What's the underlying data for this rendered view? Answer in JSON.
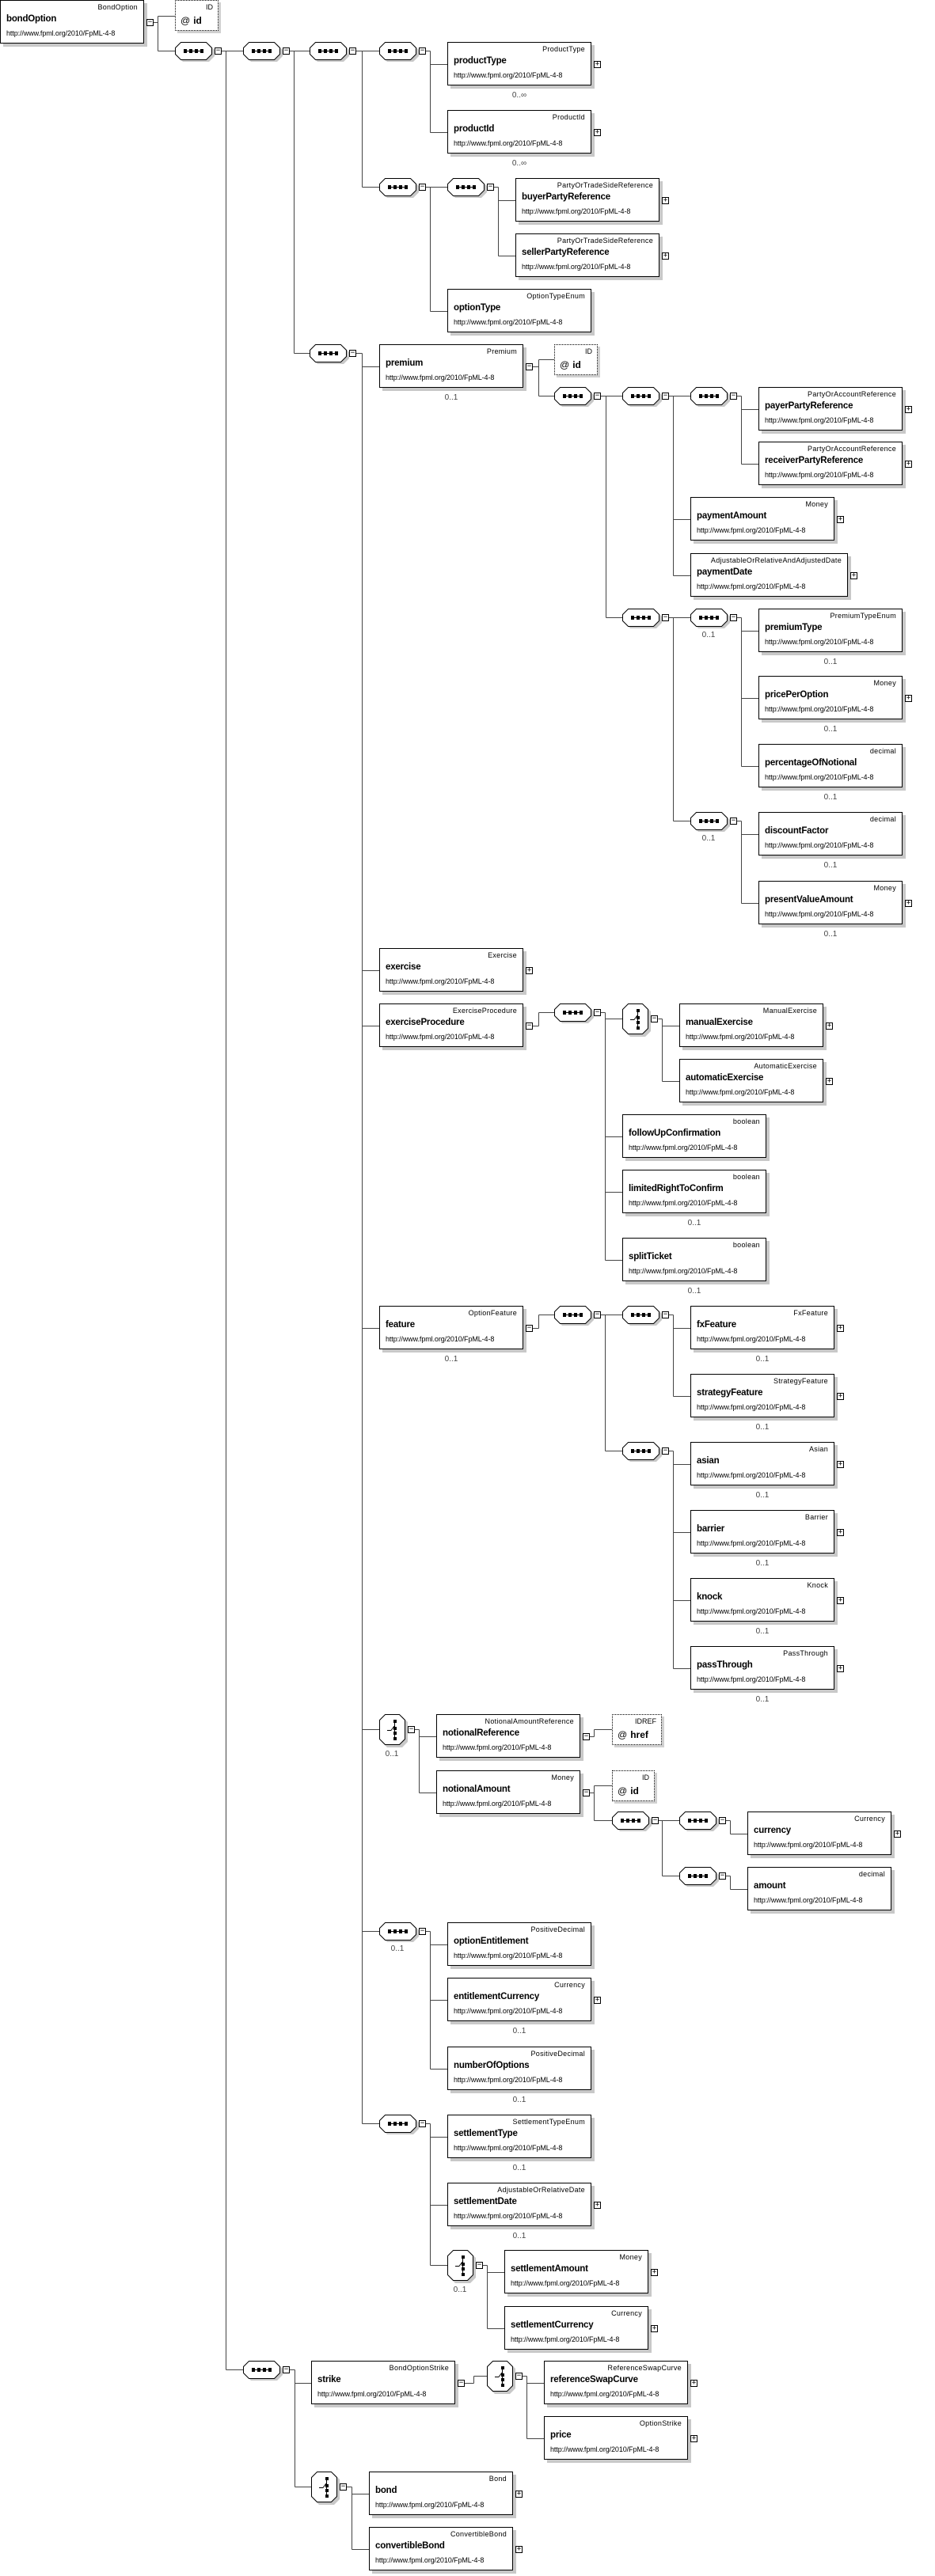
{
  "namespace": "http://www.fpml.org/2010/FpML-4-8",
  "elements": {
    "bondOption": {
      "name": "bondOption",
      "type": "BondOption"
    },
    "productType": {
      "name": "productType",
      "type": "ProductType",
      "cardinality": "0..∞"
    },
    "productId": {
      "name": "productId",
      "type": "ProductId",
      "cardinality": "0..∞"
    },
    "buyerPartyReference": {
      "name": "buyerPartyReference",
      "type": "PartyOrTradeSideReference"
    },
    "sellerPartyReference": {
      "name": "sellerPartyReference",
      "type": "PartyOrTradeSideReference"
    },
    "optionType": {
      "name": "optionType",
      "type": "OptionTypeEnum"
    },
    "premium": {
      "name": "premium",
      "type": "Premium",
      "cardinality": "0..1"
    },
    "payerPartyReference": {
      "name": "payerPartyReference",
      "type": "PartyOrAccountReference"
    },
    "receiverPartyReference": {
      "name": "receiverPartyReference",
      "type": "PartyOrAccountReference"
    },
    "paymentAmount": {
      "name": "paymentAmount",
      "type": "Money"
    },
    "paymentDate": {
      "name": "paymentDate",
      "type": "AdjustableOrRelativeAndAdjustedDate"
    },
    "premiumType": {
      "name": "premiumType",
      "type": "PremiumTypeEnum",
      "cardinality": "0..1"
    },
    "pricePerOption": {
      "name": "pricePerOption",
      "type": "Money",
      "cardinality": "0..1"
    },
    "percentageOfNotional": {
      "name": "percentageOfNotional",
      "type": "decimal",
      "cardinality": "0..1"
    },
    "discountFactor": {
      "name": "discountFactor",
      "type": "decimal",
      "cardinality": "0..1"
    },
    "presentValueAmount": {
      "name": "presentValueAmount",
      "type": "Money",
      "cardinality": "0..1"
    },
    "exercise": {
      "name": "exercise",
      "type": "Exercise"
    },
    "exerciseProcedure": {
      "name": "exerciseProcedure",
      "type": "ExerciseProcedure"
    },
    "manualExercise": {
      "name": "manualExercise",
      "type": "ManualExercise"
    },
    "automaticExercise": {
      "name": "automaticExercise",
      "type": "AutomaticExercise"
    },
    "followUpConfirmation": {
      "name": "followUpConfirmation",
      "type": "boolean"
    },
    "limitedRightToConfirm": {
      "name": "limitedRightToConfirm",
      "type": "boolean",
      "cardinality": "0..1"
    },
    "splitTicket": {
      "name": "splitTicket",
      "type": "boolean",
      "cardinality": "0..1"
    },
    "feature": {
      "name": "feature",
      "type": "OptionFeature",
      "cardinality": "0..1"
    },
    "fxFeature": {
      "name": "fxFeature",
      "type": "FxFeature",
      "cardinality": "0..1"
    },
    "strategyFeature": {
      "name": "strategyFeature",
      "type": "StrategyFeature",
      "cardinality": "0..1"
    },
    "asian": {
      "name": "asian",
      "type": "Asian",
      "cardinality": "0..1"
    },
    "barrier": {
      "name": "barrier",
      "type": "Barrier",
      "cardinality": "0..1"
    },
    "knock": {
      "name": "knock",
      "type": "Knock",
      "cardinality": "0..1"
    },
    "passThrough": {
      "name": "passThrough",
      "type": "PassThrough",
      "cardinality": "0..1"
    },
    "notionalReference": {
      "name": "notionalReference",
      "type": "NotionalAmountReference"
    },
    "notionalAmount": {
      "name": "notionalAmount",
      "type": "Money"
    },
    "currency": {
      "name": "currency",
      "type": "Currency"
    },
    "amount": {
      "name": "amount",
      "type": "decimal"
    },
    "optionEntitlement": {
      "name": "optionEntitlement",
      "type": "PositiveDecimal"
    },
    "entitlementCurrency": {
      "name": "entitlementCurrency",
      "type": "Currency",
      "cardinality": "0..1"
    },
    "numberOfOptions": {
      "name": "numberOfOptions",
      "type": "PositiveDecimal",
      "cardinality": "0..1"
    },
    "settlementType": {
      "name": "settlementType",
      "type": "SettlementTypeEnum",
      "cardinality": "0..1"
    },
    "settlementDate": {
      "name": "settlementDate",
      "type": "AdjustableOrRelativeDate",
      "cardinality": "0..1"
    },
    "settlementAmount": {
      "name": "settlementAmount",
      "type": "Money"
    },
    "settlementCurrency": {
      "name": "settlementCurrency",
      "type": "Currency"
    },
    "strike": {
      "name": "strike",
      "type": "BondOptionStrike"
    },
    "referenceSwapCurve": {
      "name": "referenceSwapCurve",
      "type": "ReferenceSwapCurve"
    },
    "price": {
      "name": "price",
      "type": "OptionStrike"
    },
    "bond": {
      "name": "bond",
      "type": "Bond"
    },
    "convertibleBond": {
      "name": "convertibleBond",
      "type": "ConvertibleBond"
    }
  },
  "attributes": {
    "rootId": {
      "symbol": "@",
      "name": "id",
      "type": "ID"
    },
    "premiumId": {
      "symbol": "@",
      "name": "id",
      "type": "ID"
    },
    "notionalHref": {
      "symbol": "@",
      "name": "href",
      "type": "IDREF"
    },
    "notionalId": {
      "symbol": "@",
      "name": "id",
      "type": "ID"
    }
  },
  "compositors": {
    "seqP5": {
      "cardinality": "0..1"
    },
    "seqP6": {
      "cardinality": "0..1"
    },
    "choiceN": {
      "cardinality": "0..1"
    },
    "seqO": {
      "cardinality": "0..1"
    },
    "choiceS": {
      "cardinality": "0..1"
    }
  }
}
